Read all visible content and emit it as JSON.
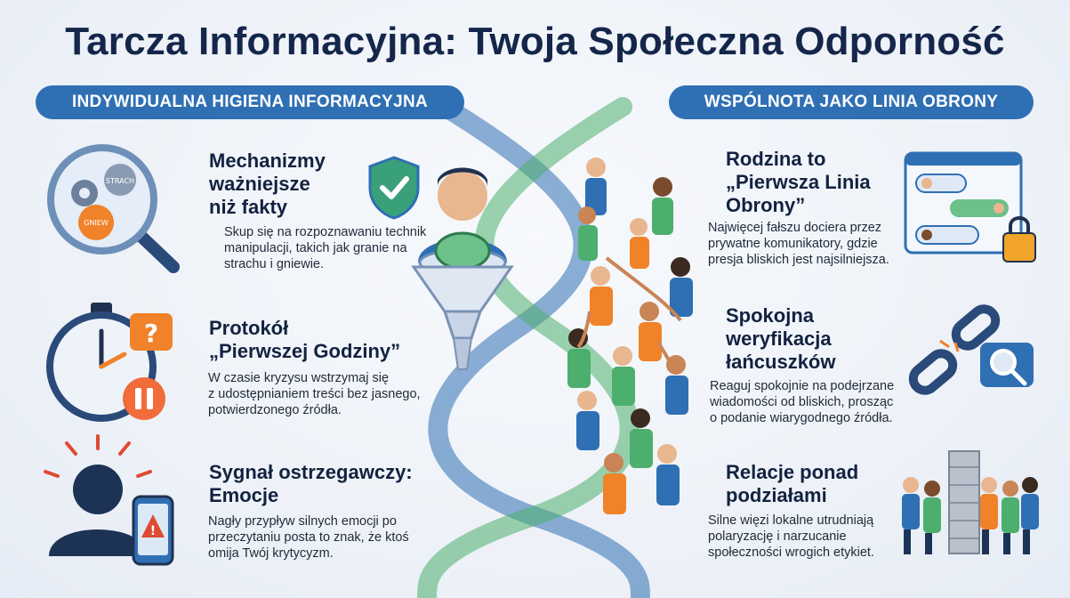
{
  "title": "Tarcza Informacyjna: Twoja Społeczna Odporność",
  "left_section": {
    "label": "INDYWIDUALNA HIGIENA INFORMACYJNA",
    "items": [
      {
        "heading_lines": [
          "Mechanizmy",
          "ważniejsze",
          "niż fakty"
        ],
        "body_lines": [
          "Skup się na rozpoznawaniu technik",
          "manipulacji, takich jak granie na",
          "strachu i gniewie."
        ],
        "gear_labels": [
          "STRACH",
          "GNIEW"
        ]
      },
      {
        "heading_lines": [
          "Protokół",
          "„Pierwszej Godziny”"
        ],
        "body_lines": [
          "W czasie kryzysu wstrzymaj się",
          "z udostępnianiem treści bez jasnego,",
          "potwierdzonego źródła."
        ]
      },
      {
        "heading_lines": [
          "Sygnał ostrzegawczy:",
          "Emocje"
        ],
        "body_lines": [
          "Nagły przypływ silnych emocji po",
          "przeczytaniu posta to znak, że ktoś",
          "omija Twój krytycyzm."
        ]
      }
    ]
  },
  "right_section": {
    "label": "WSPÓLNOTA JAKO LINIA OBRONY",
    "items": [
      {
        "heading_lines": [
          "Rodzina to",
          "„Pierwsza Linia",
          "Obrony”"
        ],
        "body_lines": [
          "Najwięcej fałszu dociera przez",
          "prywatne komunikatory, gdzie",
          "presja bliskich jest najsilniejsza."
        ]
      },
      {
        "heading_lines": [
          "Spokojna",
          "weryfikacja",
          "łańcuszków"
        ],
        "body_lines": [
          "Reaguj spokojnie na podejrzane",
          "wiadomości od bliskich, prosząc",
          "o podanie wiarygodnego źródła."
        ]
      },
      {
        "heading_lines": [
          "Relacje ponad",
          "podziałami"
        ],
        "body_lines": [
          "Silne więzi lokalne utrudniają",
          "polaryzację i narzucanie",
          "społeczności wrogich etykiet."
        ]
      }
    ]
  },
  "colors": {
    "navy": "#14264a",
    "blue": "#2f6fb3",
    "green": "#4caf6e",
    "orange": "#f0822a",
    "red": "#e04a32"
  }
}
